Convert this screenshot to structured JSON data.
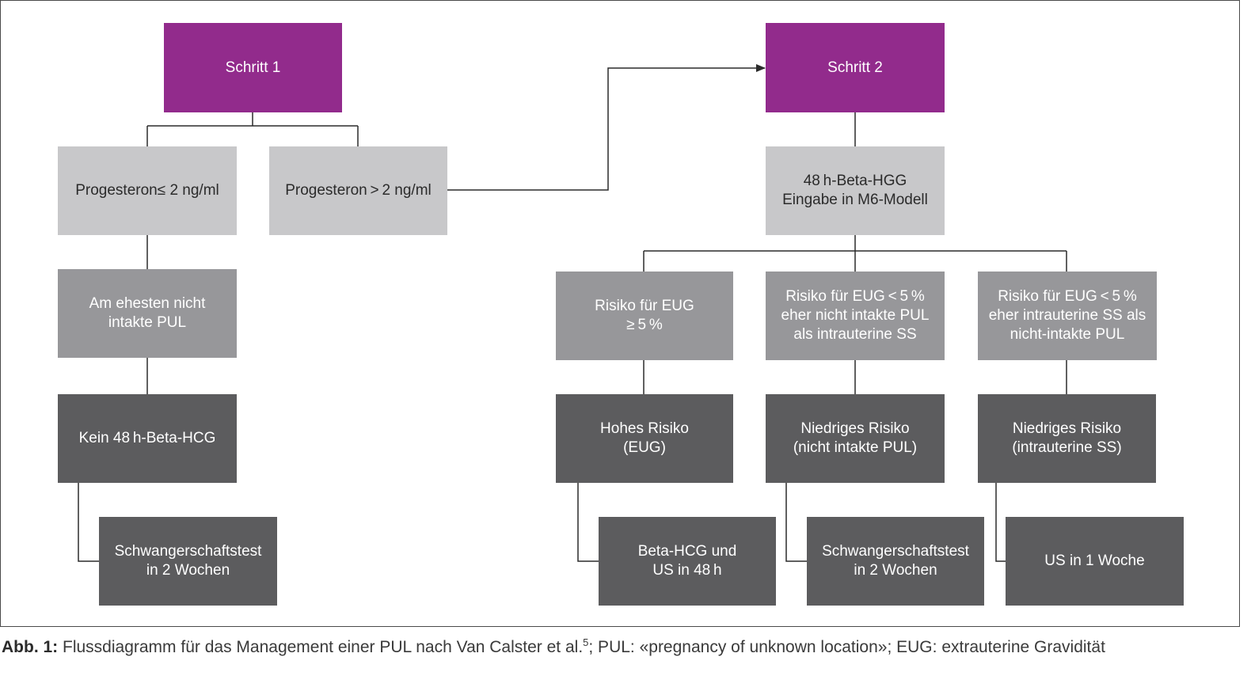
{
  "colors": {
    "step": "#922b8c",
    "criterion": "#c8c8ca",
    "assessment": "#97979a",
    "action": "#5c5c5e",
    "connector": "#2b2b2b"
  },
  "step1": {
    "title": "Schritt 1",
    "branch_low": "Progesteron≤ 2 ng/ml",
    "branch_high": "Progesteron > 2 ng/ml",
    "assessment_line1": "Am ehesten nicht",
    "assessment_line2": "intakte PUL",
    "action": "Kein 48 h-Beta-HCG",
    "followup_line1": "Schwangerschaftstest",
    "followup_line2": "in 2 Wochen"
  },
  "step2": {
    "title": "Schritt 2",
    "input_line1": "48 h-Beta-HGG",
    "input_line2": "Eingabe in M6-Modell",
    "branches": [
      {
        "risk_lines": [
          "Risiko für EUG",
          "≥ 5 %"
        ],
        "level_lines": [
          "Hohes Risiko",
          "(EUG)"
        ],
        "followup_lines": [
          "Beta-HCG und",
          "US in 48 h"
        ]
      },
      {
        "risk_lines": [
          "Risiko für EUG < 5 %",
          "eher nicht intakte PUL",
          "als intrauterine SS"
        ],
        "level_lines": [
          "Niedriges Risiko",
          "(nicht intakte PUL)"
        ],
        "followup_lines": [
          "Schwangerschaftstest",
          "in 2 Wochen"
        ]
      },
      {
        "risk_lines": [
          "Risiko für EUG < 5 %",
          "eher intrauterine SS als",
          "nicht-intakte PUL"
        ],
        "level_lines": [
          "Niedriges Risiko",
          "(intrauterine SS)"
        ],
        "followup_lines": [
          "US in 1 Woche"
        ]
      }
    ]
  },
  "caption": {
    "label": "Abb. 1:",
    "text_before_ref": " Flussdiagramm für das Management einer PUL nach Van Calster et al.",
    "ref": "5",
    "text_after_ref": "; PUL: «pregnancy of unknown location»; EUG: extrauterine Gravidität"
  }
}
